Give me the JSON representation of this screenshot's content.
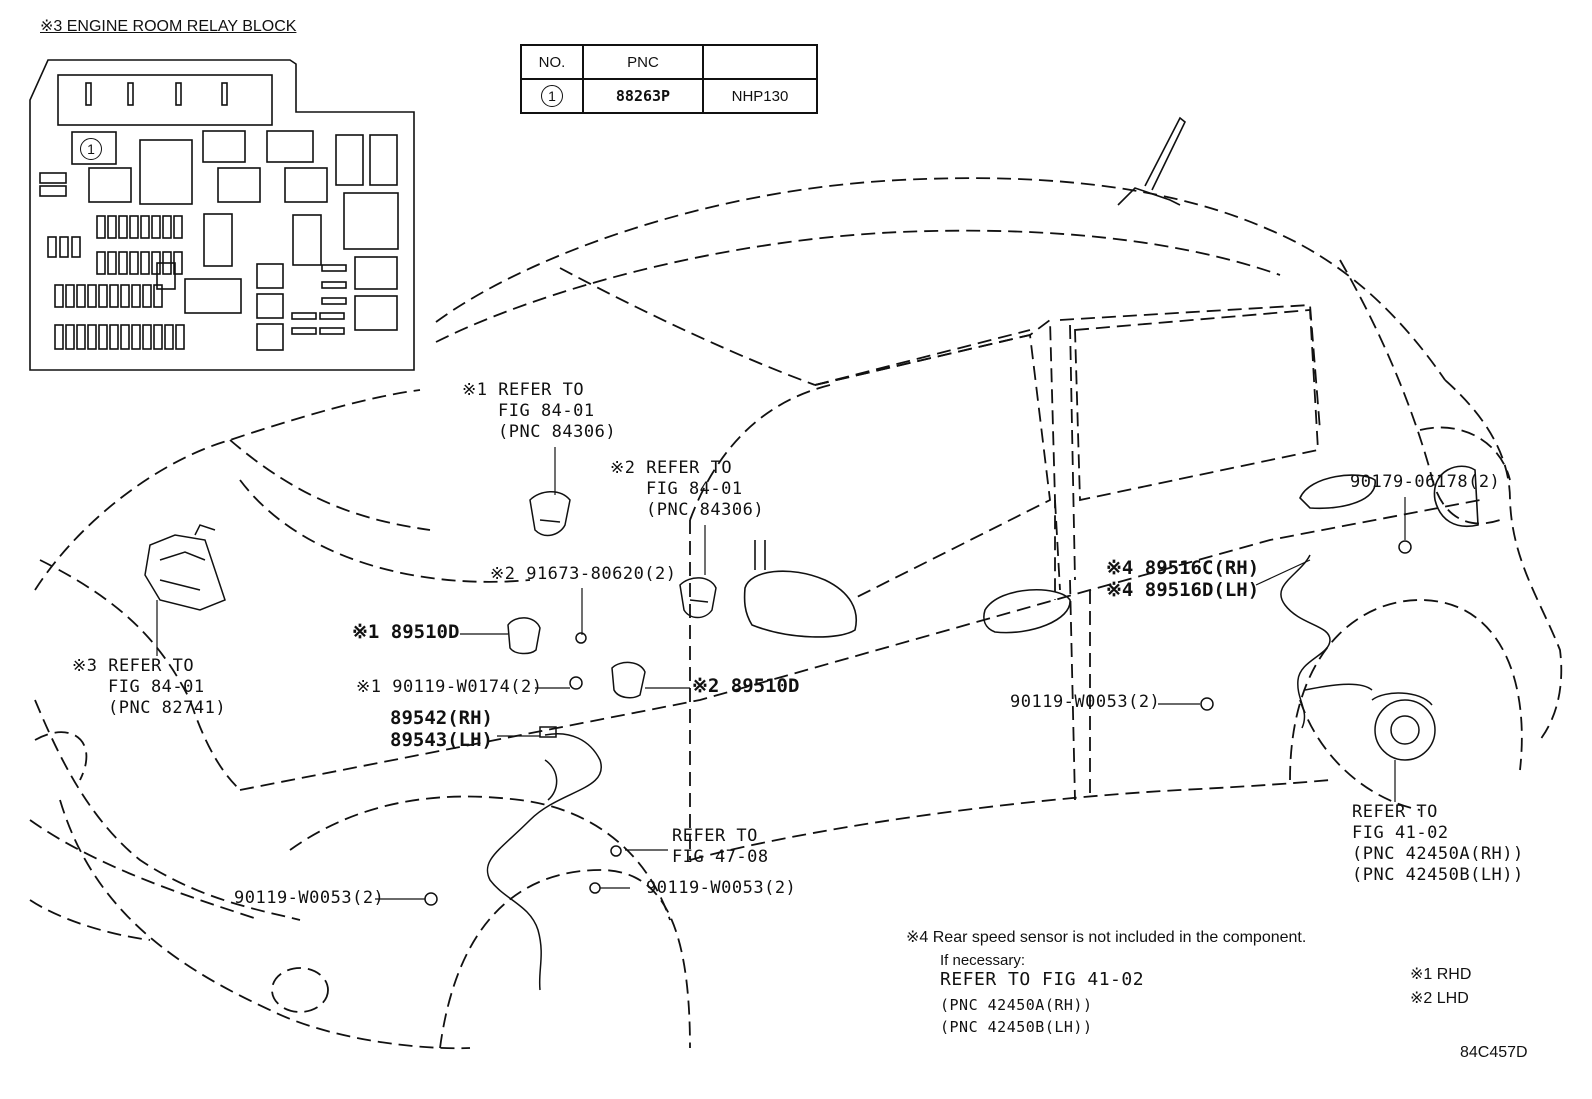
{
  "relay_block": {
    "title": "※3 ENGINE ROOM RELAY BLOCK",
    "marker": "1"
  },
  "pnc_table": {
    "header_no": "NO.",
    "header_pnc": "PNC",
    "header_model": "",
    "row_no": "1",
    "row_pnc": "88263P",
    "row_model": "NHP130"
  },
  "callouts": {
    "ref1": [
      "※1 REFER TO",
      "FIG 84-01",
      "(PNC 84306)"
    ],
    "ref2": [
      "※2 REFER TO",
      "FIG 84-01",
      "(PNC 84306)"
    ],
    "ref3": [
      "※3 REFER TO",
      "FIG 84-01",
      "(PNC 82741)"
    ],
    "ref_47": [
      "REFER TO",
      "FIG 47-08"
    ],
    "ref_41": [
      "REFER TO",
      "FIG 41-02",
      "(PNC 42450A(RH))",
      "(PNC 42450B(LH))"
    ],
    "p_91673": "※2 91673-80620(2)",
    "p_89510d_1": "※1 89510D",
    "p_90119_w0174": "※1 90119-W0174(2)",
    "p_89510d_2": "※2 89510D",
    "p_89542": "89542(RH)",
    "p_89543": "89543(LH)",
    "p_90119_left": "90119-W0053(2)",
    "p_90119_center": "90119-W0053(2)",
    "p_90119_right": "90119-W0053(2)",
    "p_89516c": "※4 89516C(RH)",
    "p_89516d": "※4 89516D(LH)",
    "p_90179": "90179-06178(2)"
  },
  "footnote": {
    "line1": "※4 Rear speed sensor is not included in the component.",
    "line2": "If necessary:",
    "line3": "REFER TO FIG 41-02",
    "line4": "(PNC 42450A(RH))",
    "line5": "(PNC 42450B(LH))"
  },
  "legend": {
    "rhd": "※1 RHD",
    "lhd": "※2 LHD"
  },
  "figure_code": "84C457D"
}
